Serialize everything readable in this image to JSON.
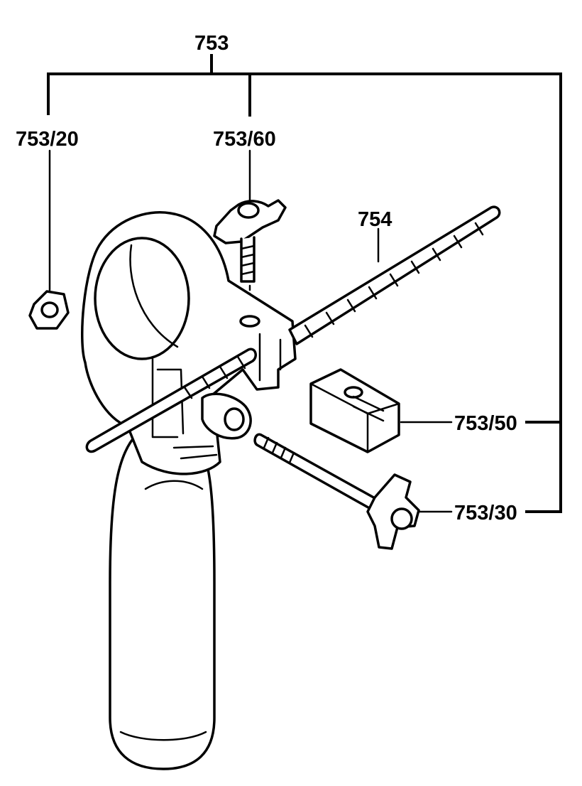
{
  "callouts": {
    "c753": "753",
    "c753_20": "753/20",
    "c753_60": "753/60",
    "c754": "754",
    "c753_50": "753/50",
    "c753_30": "753/30"
  },
  "colors": {
    "line": "#000000",
    "background": "#ffffff"
  }
}
